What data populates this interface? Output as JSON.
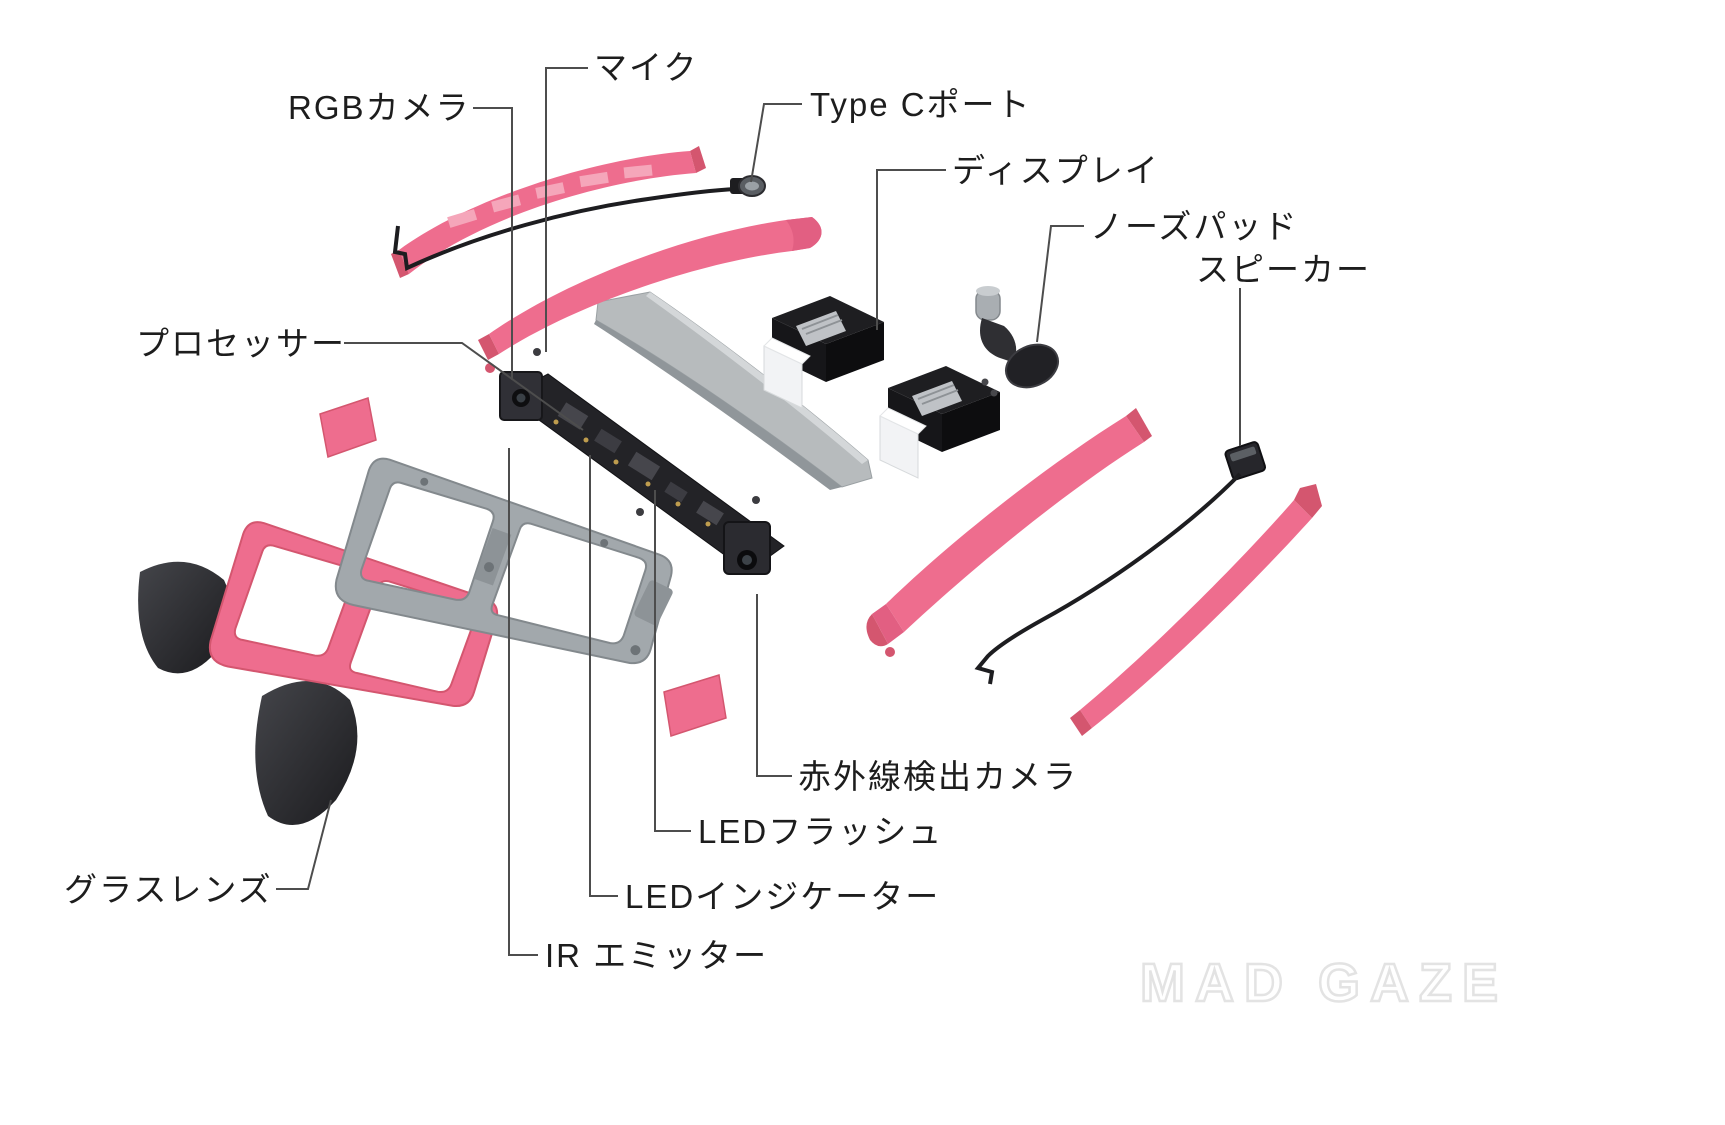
{
  "diagram": {
    "title": "smart-glasses-exploded-view",
    "watermark": "MAD GAZE",
    "labels": [
      {
        "id": "microphone",
        "text": "マイク"
      },
      {
        "id": "rgb-camera",
        "text": "RGBカメラ"
      },
      {
        "id": "type-c-port",
        "text": "Type Cポート"
      },
      {
        "id": "display",
        "text": "ディスプレイ"
      },
      {
        "id": "nose-pad",
        "text": "ノーズパッド"
      },
      {
        "id": "speaker",
        "text": "スピーカー"
      },
      {
        "id": "processor",
        "text": "プロセッサー"
      },
      {
        "id": "glass-lens",
        "text": "グラスレンズ"
      },
      {
        "id": "ir-detection-camera",
        "text": "赤外線検出カメラ"
      },
      {
        "id": "led-flash",
        "text": "LEDフラッシュ"
      },
      {
        "id": "led-indicator",
        "text": "LEDインジケーター"
      },
      {
        "id": "ir-emitter",
        "text": "IR エミッター"
      }
    ],
    "colors": {
      "accent_pink": "#ee6d8e",
      "accent_pink_dark": "#d4566f",
      "chassis_gray": "#a2a8ac",
      "part_dark": "#232327",
      "leader_line": "#4d4d4d",
      "label_text": "#1d1d1d",
      "watermark_outline": "#e3e3e3",
      "background": "#ffffff"
    }
  }
}
